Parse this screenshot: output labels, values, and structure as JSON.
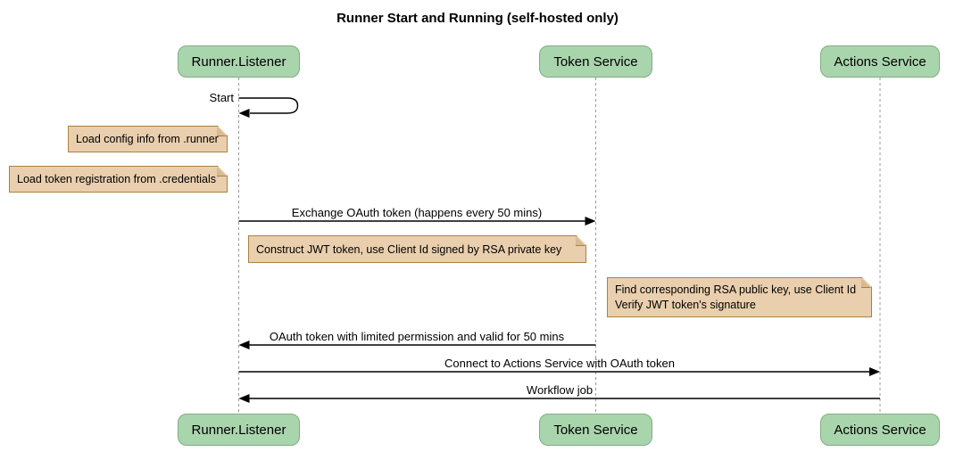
{
  "diagram": {
    "type": "sequence",
    "title": "Runner Start and Running (self-hosted only)"
  },
  "participants": [
    {
      "id": "runner-listener",
      "label": "Runner.Listener"
    },
    {
      "id": "token-service",
      "label": "Token Service"
    },
    {
      "id": "actions-service",
      "label": "Actions Service"
    }
  ],
  "messages": [
    {
      "label": "Start",
      "from": "Runner.Listener",
      "to": "Runner.Listener",
      "kind": "self"
    },
    {
      "label": "Exchange OAuth token (happens every 50 mins)",
      "from": "Runner.Listener",
      "to": "Token Service",
      "kind": "solid-arrow"
    },
    {
      "label": "OAuth token with limited permission and valid for 50 mins",
      "from": "Token Service",
      "to": "Runner.Listener",
      "kind": "solid-arrow"
    },
    {
      "label": "Connect to Actions Service with OAuth token",
      "from": "Runner.Listener",
      "to": "Actions Service",
      "kind": "solid-arrow"
    },
    {
      "label": "Workflow job",
      "from": "Actions Service",
      "to": "Runner.Listener",
      "kind": "solid-arrow"
    }
  ],
  "notes": [
    {
      "placement": "left of Runner.Listener",
      "lines": [
        "Load config info from .runner"
      ]
    },
    {
      "placement": "left of Runner.Listener",
      "lines": [
        "Load token registration from .credentials"
      ]
    },
    {
      "placement": "over Runner.Listener and Token Service",
      "lines": [
        "Construct JWT token, use Client Id signed by RSA private key"
      ]
    },
    {
      "placement": "left of Actions Service",
      "lines": [
        "Find corresponding RSA public key, use Client Id",
        "Verify JWT token's signature"
      ]
    }
  ],
  "colors": {
    "actor_fill": "#a9d5ac",
    "actor_border": "#82ab85",
    "note_fill": "#e9cfad",
    "note_border": "#ab8142",
    "note_fold": "#d8ba93",
    "lifeline": "#999999",
    "arrow": "#000000",
    "text": "#000000",
    "background": "#ffffff"
  }
}
